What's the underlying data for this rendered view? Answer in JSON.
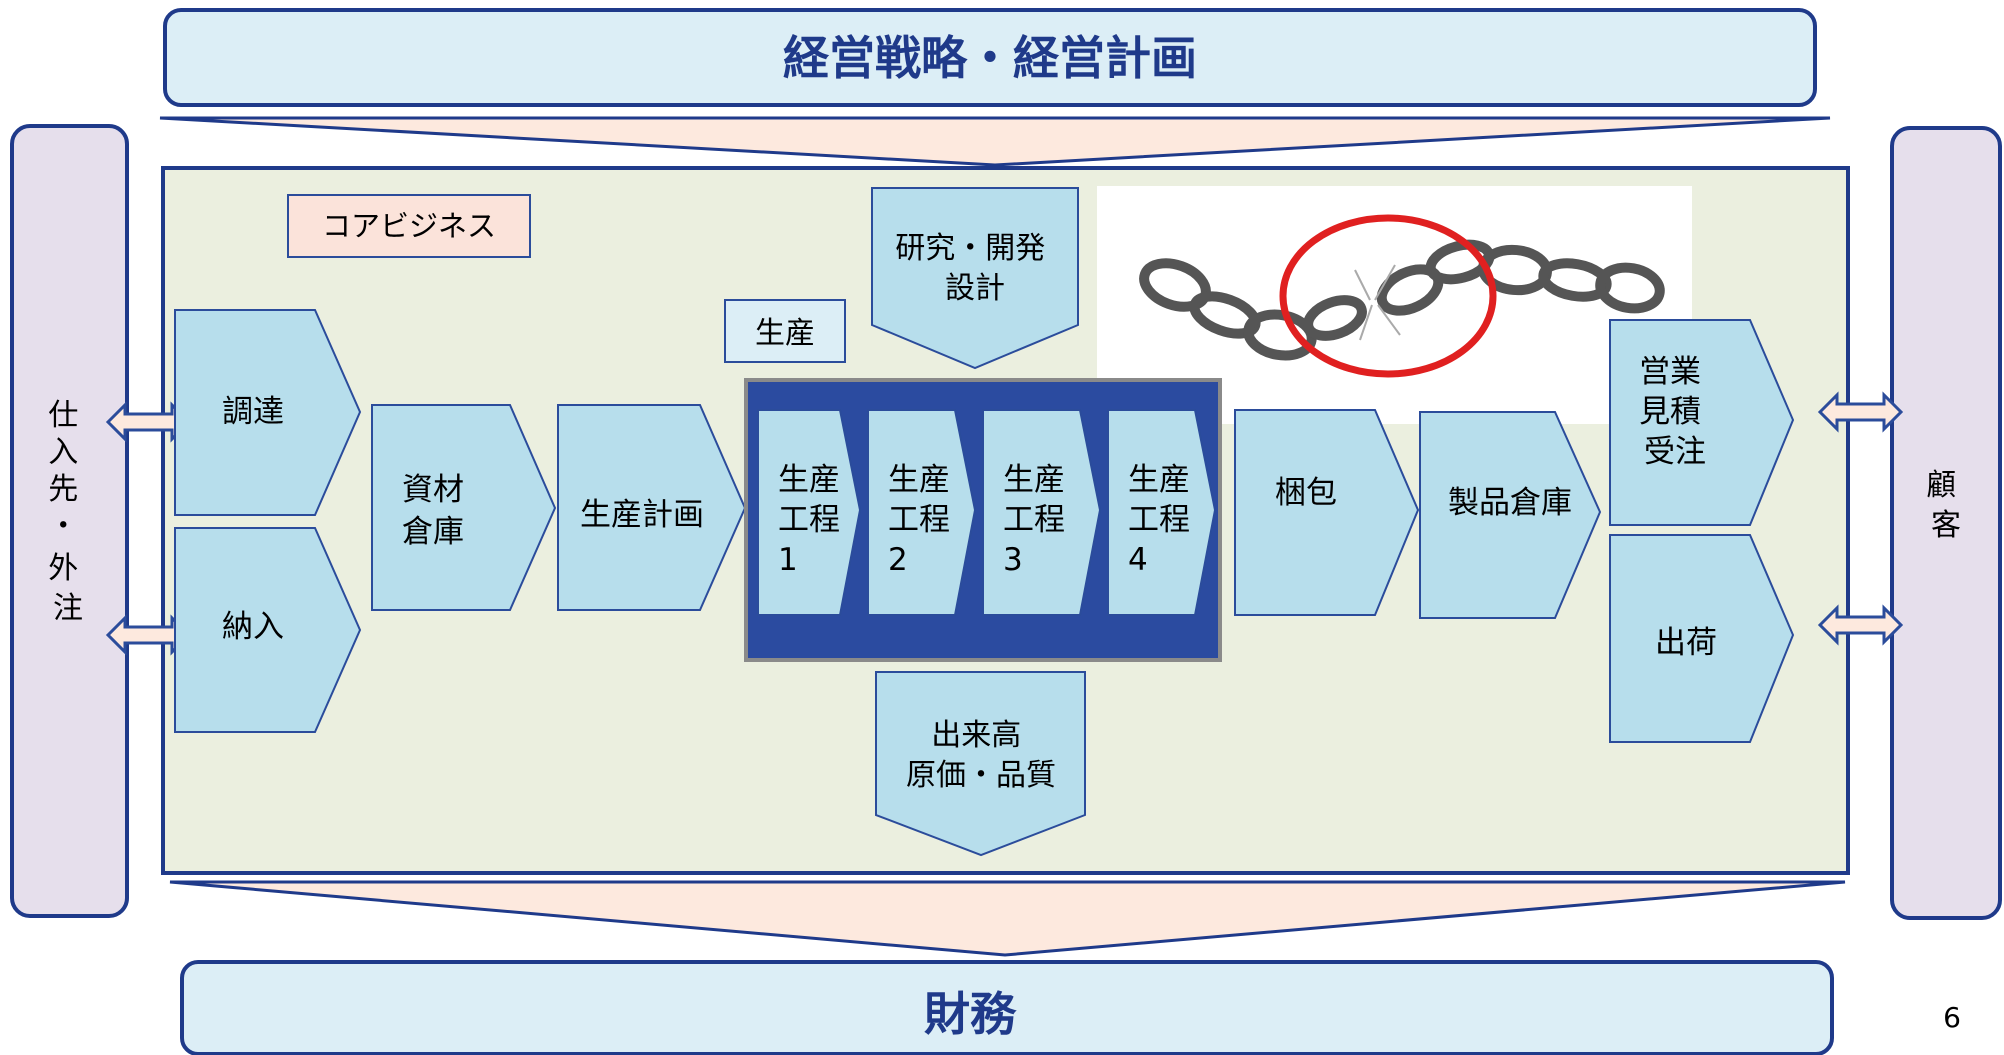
{
  "top_banner": {
    "text": "経営戦略・経営計画"
  },
  "bottom_banner": {
    "text": "財務"
  },
  "left_side": {
    "text": "仕入先・外注"
  },
  "right_side": {
    "text": "顧客"
  },
  "core_business_label": "コアビジネス",
  "production_label": "生産",
  "process": {
    "procurement": "調達",
    "delivery_in": "納入",
    "materials_warehouse": "資材倉庫",
    "production_planning": "生産計画",
    "steps": [
      {
        "lines": [
          "生産",
          "工程",
          "1"
        ]
      },
      {
        "lines": [
          "生産",
          "工程",
          "2"
        ]
      },
      {
        "lines": [
          "生産",
          "工程",
          "3"
        ]
      },
      {
        "lines": [
          "生産",
          "工程",
          "4"
        ]
      }
    ],
    "packing": "梱包",
    "product_warehouse": "製品倉庫",
    "sales": [
      "営業",
      "見積",
      "受注"
    ],
    "shipping": "出荷"
  },
  "rd_box": [
    "研究・開発",
    "設計"
  ],
  "output_box": [
    "出来高",
    "原価・品質"
  ],
  "page_number": "6",
  "colors": {
    "banner_fill": "#DCEEF6",
    "banner_stroke": "#1F3A8A",
    "side_fill": "#E6DFEC",
    "core_fill": "#EBEFDF",
    "process_fill": "#B7DEEC",
    "process_stroke": "#2B4C9B",
    "production_frame": "#2B4BA0",
    "label_fill": "#FBE3DA",
    "wedge_fill": "#FDE9DE",
    "highlight_circle": "#E02020"
  }
}
